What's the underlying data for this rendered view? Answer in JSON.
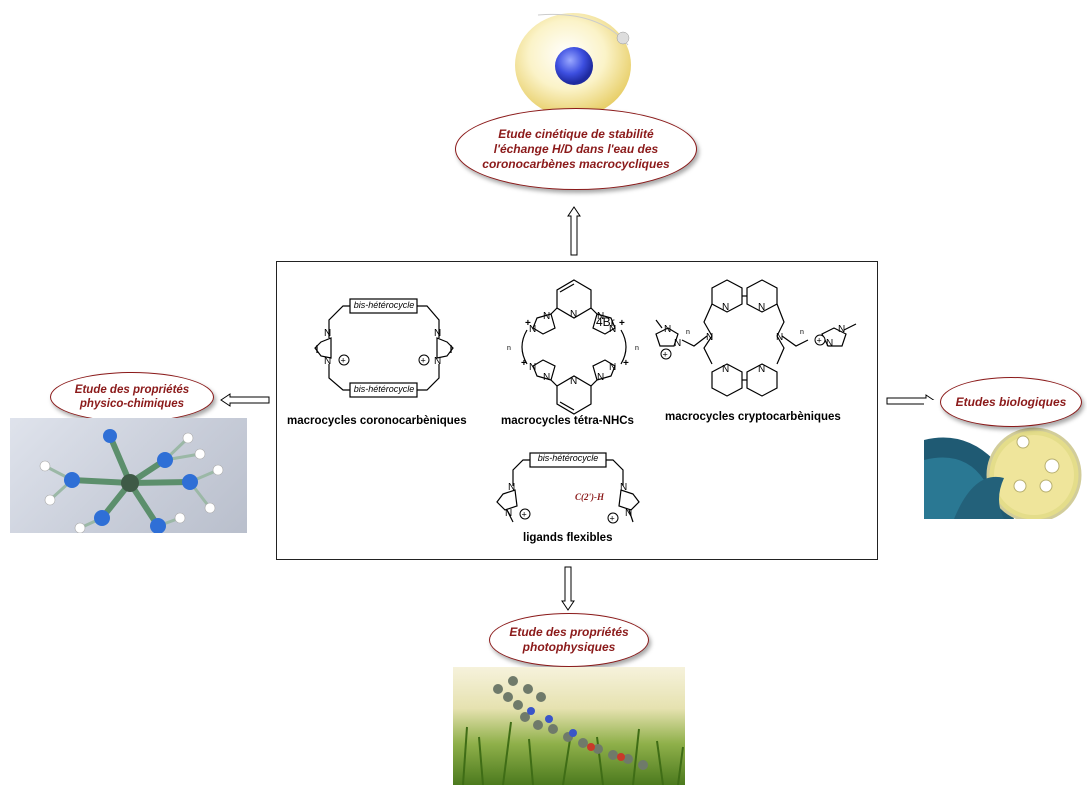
{
  "center_panel": {
    "coronocarbene": {
      "linker_label_top": "bis-hétérocycle",
      "linker_label_bottom": "bis-hétérocycle",
      "caption": "macrocycles coronocarbèniques"
    },
    "tetra_nhc": {
      "counterion": "4Br",
      "caption": "macrocycles tétra-NHCs"
    },
    "cryptocarbene": {
      "caption": "macrocycles cryptocarbèniques"
    },
    "flexible": {
      "linker_label": "bis-hétérocycle",
      "annotation": "C(2')-H",
      "caption": "ligands flexibles"
    }
  },
  "studies": {
    "top": "Etude cinétique de stabilité\nl'échange H/D dans l'eau des\ncoronocarbènes macrocycliques",
    "left": "Etude des propriétés\nphysico-chimiques",
    "right": "Etudes biologiques",
    "bottom": "Etude des propriétés\nphotophysiques"
  },
  "colors": {
    "accent": "#8b1a1a"
  }
}
